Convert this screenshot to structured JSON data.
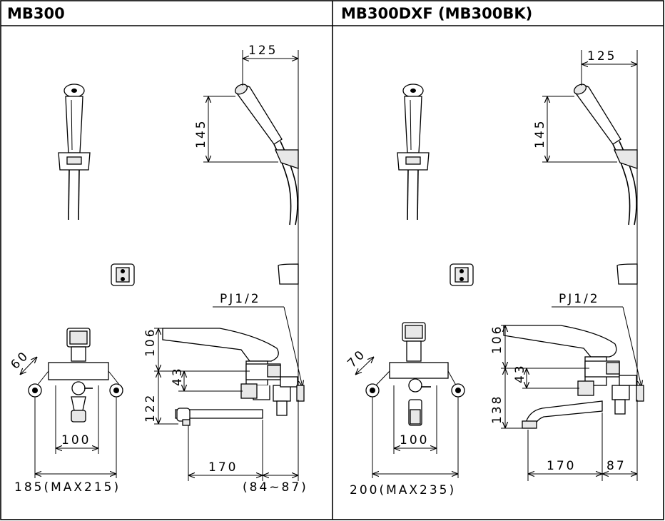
{
  "panels": [
    {
      "title": "MB300",
      "dims": {
        "top_width": "125",
        "hand_height": "145",
        "pipe": "PJ1/2",
        "angle": "60",
        "h1": "106",
        "h2": "43",
        "h3": "122",
        "center": "100",
        "spout": "170",
        "overall": "185(MAX215)",
        "offset": "(84~87)"
      }
    },
    {
      "title": "MB300DXF (MB300BK)",
      "dims": {
        "top_width": "125",
        "hand_height": "145",
        "pipe": "PJ1/2",
        "angle": "70",
        "h1": "106",
        "h2": "43",
        "h3": "138",
        "center": "100",
        "spout": "170",
        "overall": "200(MAX235)",
        "offset": "87"
      }
    }
  ],
  "colors": {
    "line": "#000000",
    "background": "#ffffff"
  }
}
